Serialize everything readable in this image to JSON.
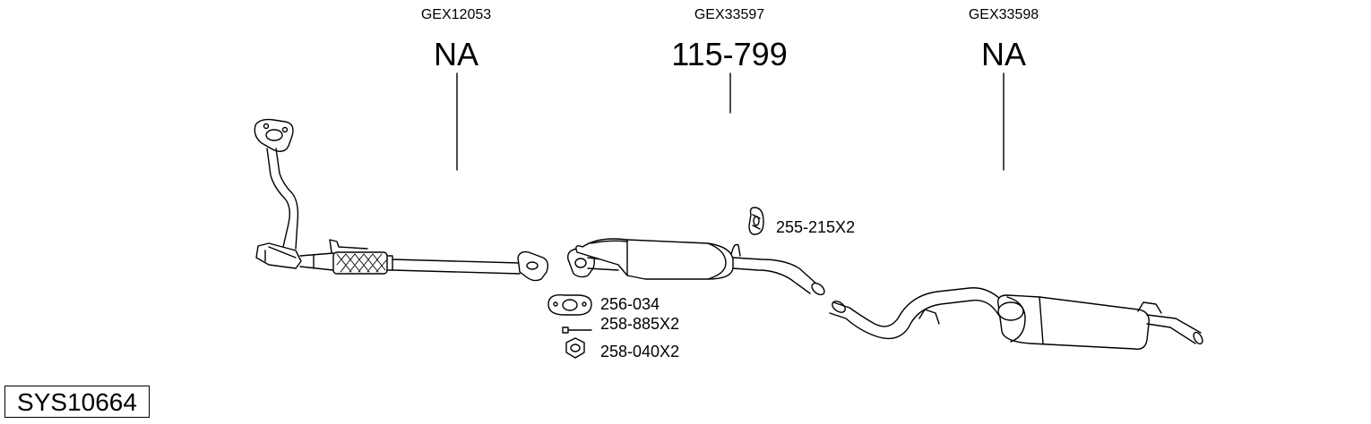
{
  "sections": [
    {
      "code": "GEX12053",
      "part": "NA"
    },
    {
      "code": "GEX33597",
      "part": "115-799"
    },
    {
      "code": "GEX33598",
      "part": "NA"
    }
  ],
  "accessories": [
    {
      "label": "255-215X2"
    },
    {
      "label": "256-034"
    },
    {
      "label": "258-885X2"
    },
    {
      "label": "258-040X2"
    }
  ],
  "system_id": "SYS10664"
}
